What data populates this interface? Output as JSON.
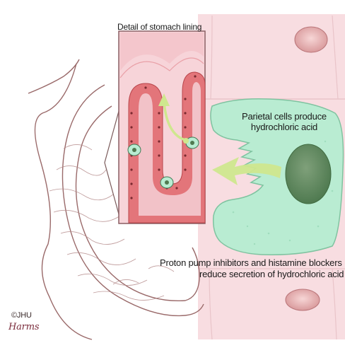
{
  "labels": {
    "detail_title": "Detail of stomach lining",
    "parietal_line1": "Parietal cells produce",
    "parietal_line2": "hydrochloric acid",
    "ppi_line1": "Proton pump inhibitors and histamine blockers",
    "ppi_line2": "reduce secretion of hydrochloric acid",
    "copyright": "©JHU",
    "signature": "Harms"
  },
  "colors": {
    "background_tissue": "#f8dde1",
    "cell_pink": "#f4d3d8",
    "parietal_cell_green": "#b9ecd2",
    "nucleus_green": "#5f8a5e",
    "arrow_green": "#cfe78e",
    "villi_red": "#e3757a",
    "lumen_pink": "#f2c2c8",
    "stomach_outline": "#9a6a6a"
  }
}
